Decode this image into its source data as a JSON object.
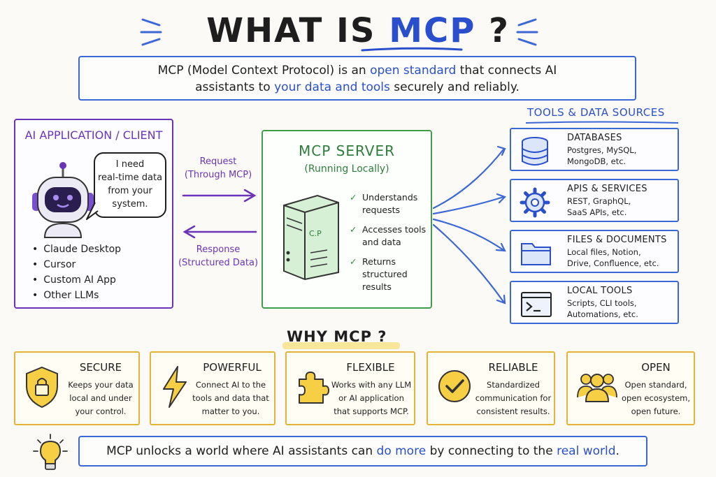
{
  "title": {
    "part1": "WHAT IS ",
    "accent": "MCP",
    "part2": " ?"
  },
  "intro": {
    "t1": "MCP (Model Context Protocol) is an ",
    "h1": "open standard",
    "t2": " that connects AI",
    "t3": "assistants to ",
    "h2": "your data and tools",
    "t4": " securely and reliably."
  },
  "client": {
    "title": "AI APPLICATION / CLIENT",
    "bubble": [
      "I need",
      "real-time data",
      "from your",
      "system."
    ],
    "items": [
      "Claude Desktop",
      "Cursor",
      "Custom AI App",
      "Other LLMs"
    ]
  },
  "request": {
    "label": "Request",
    "sub": "(Through MCP)"
  },
  "response": {
    "label": "Response",
    "sub": "(Structured Data)"
  },
  "server": {
    "title": "MCP SERVER",
    "subtitle": "(Running Locally)",
    "checks": [
      [
        "Understands",
        "requests"
      ],
      [
        "Accesses tools",
        "and data"
      ],
      [
        "Returns",
        "structured",
        "results"
      ]
    ],
    "art_text": "C.P"
  },
  "tools": {
    "heading": "TOOLS & DATA SOURCES",
    "cards": [
      {
        "name": "DATABASES",
        "desc": [
          "Postgres, MySQL,",
          "MongoDB, etc."
        ],
        "icon": "database-icon"
      },
      {
        "name": "APIS & SERVICES",
        "desc": [
          "REST, GraphQL,",
          "SaaS APIs, etc."
        ],
        "icon": "gear-icon"
      },
      {
        "name": "FILES & DOCUMENTS",
        "desc": [
          "Local files, Notion,",
          "Drive, Confluence, etc."
        ],
        "icon": "folder-icon"
      },
      {
        "name": "LOCAL TOOLS",
        "desc": [
          "Scripts, CLI tools,",
          "Automations, etc."
        ],
        "icon": "terminal-icon"
      }
    ]
  },
  "why": {
    "heading": "WHY MCP ?",
    "cards": [
      {
        "name": "SECURE",
        "desc": [
          "Keeps your data",
          "local and under",
          "your control."
        ],
        "icon": "shield-lock-icon"
      },
      {
        "name": "POWERFUL",
        "desc": [
          "Connect AI to the",
          "tools and data that",
          "matter to you."
        ],
        "icon": "lightning-icon"
      },
      {
        "name": "FLEXIBLE",
        "desc": [
          "Works with any LLM",
          "or AI application",
          "that supports MCP."
        ],
        "icon": "puzzle-icon"
      },
      {
        "name": "RELIABLE",
        "desc": [
          "Standardized",
          "communication for",
          "consistent results."
        ],
        "icon": "check-circle-icon"
      },
      {
        "name": "OPEN",
        "desc": [
          "Open standard,",
          "open ecosystem,",
          "open future."
        ],
        "icon": "people-icon"
      }
    ]
  },
  "footer": {
    "t1": "MCP unlocks a world where AI assistants can ",
    "h1": "do more",
    "t2": " by connecting to the ",
    "h2": "real world",
    "t3": "."
  },
  "colors": {
    "blue": "#3c67d6",
    "purple": "#6a34b8",
    "green": "#3e9e4a",
    "yellow": "#e2b53a"
  }
}
